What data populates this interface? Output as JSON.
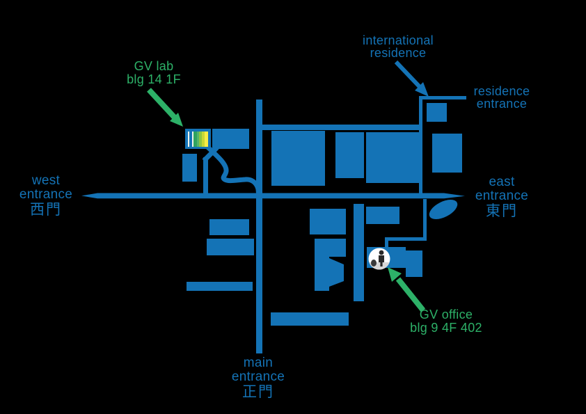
{
  "colors": {
    "background": "#000000",
    "map_blue": "#1473b6",
    "label_green": "#2db168",
    "stripes": [
      "#eef4ea",
      "#1473b6",
      "#eef4ea",
      "#2fa360",
      "#55b469",
      "#8dc63f",
      "#c6d835",
      "#f7ec45"
    ],
    "photo_bg": "#ffffff",
    "photo_figure": "#2a2a2a",
    "photo_ground": "#d8d8d8"
  },
  "labels": {
    "gv_lab": {
      "line1": "GV lab",
      "line2": "blg 14 1F"
    },
    "gv_office": {
      "line1": "GV office",
      "line2": "blg 9 4F 402"
    },
    "international_residence": {
      "line1": "international",
      "line2": "residence"
    },
    "residence_entrance": {
      "line1": "residence",
      "line2": "entrance"
    },
    "west_entrance": {
      "line1": "west",
      "line2": "entrance",
      "line3": "西門"
    },
    "east_entrance": {
      "line1": "east",
      "line2": "entrance",
      "line3": "東門"
    },
    "main_entrance": {
      "line1": "main",
      "line2": "entrance",
      "line3": "正門"
    }
  },
  "icons": {
    "person_photo": "person-photo-icon",
    "gv_lab_arrow": "green-arrow-icon",
    "gv_office_arrow": "green-arrow-icon",
    "international_residence_arrow": "blue-arrow-icon"
  }
}
